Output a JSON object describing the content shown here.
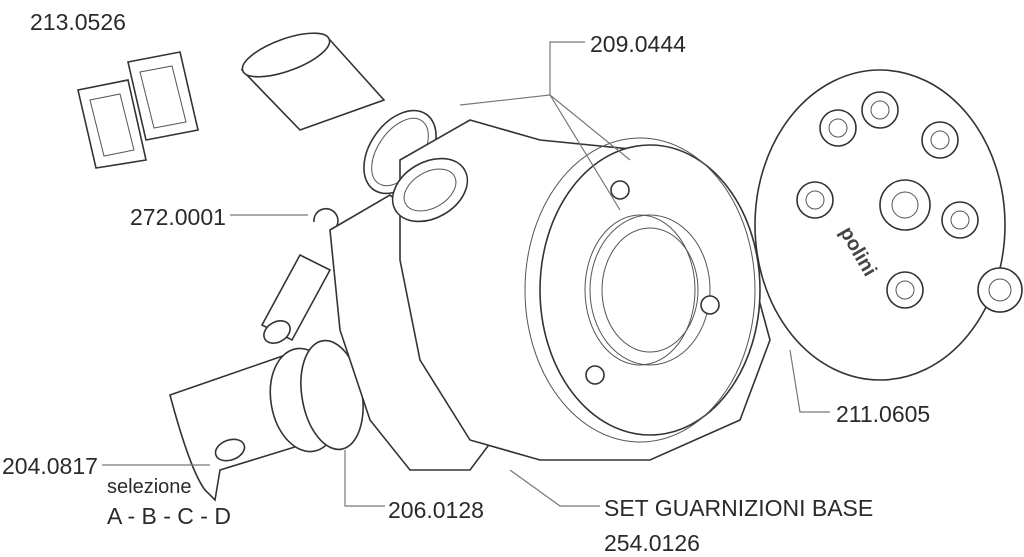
{
  "diagram": {
    "labels": {
      "reed_petals": "213.0526",
      "head_orings": "209.0444",
      "circlip": "272.0001",
      "head": "211.0605",
      "piston": "204.0817",
      "piston_selection": "selezione",
      "piston_classes": "A - B - C - D",
      "piston_ring": "206.0128",
      "base_gasket_set_title": "SET GUARNIZIONI BASE",
      "base_gasket_set": "254.0126"
    },
    "logo": "polini"
  }
}
